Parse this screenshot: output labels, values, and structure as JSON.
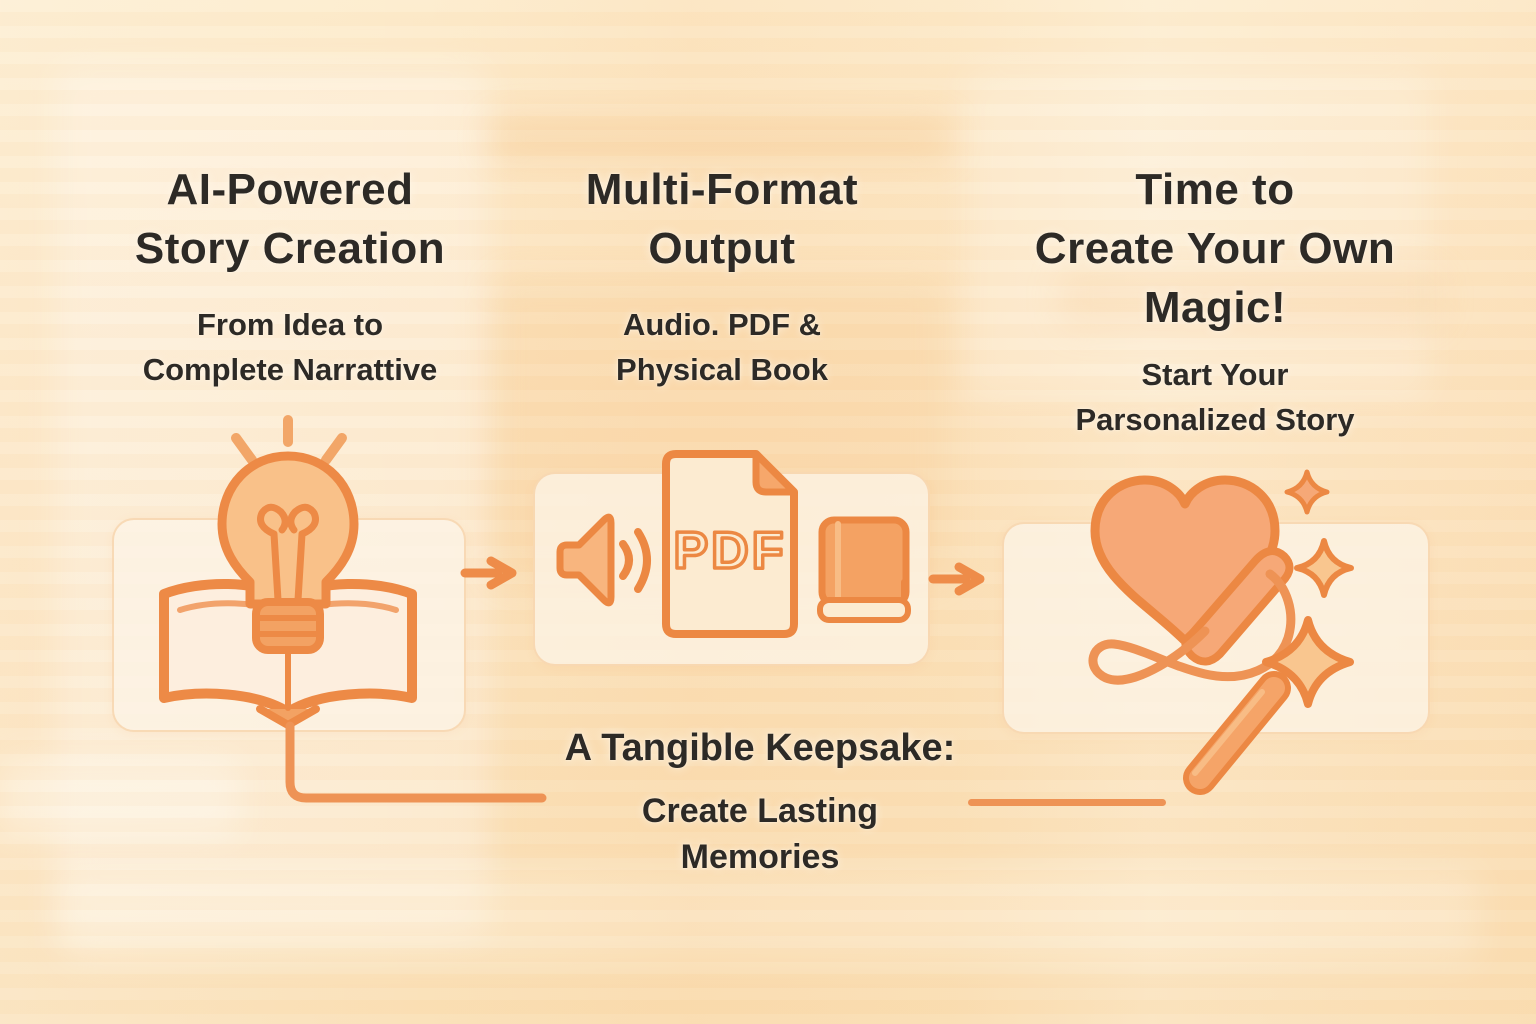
{
  "infographic": {
    "columns": [
      {
        "title_lines": [
          "AI-Powered",
          "Story Creation"
        ],
        "subtitle_lines": [
          "From Idea to",
          "Complete Narrattive"
        ],
        "icon": "lightbulb-over-open-book"
      },
      {
        "title_lines": [
          "Multi-Format",
          "Output"
        ],
        "subtitle_lines": [
          "Audio. PDF &",
          "Physical Book"
        ],
        "icon": "speaker-pdf-book",
        "pdf_label": "PDF"
      },
      {
        "title_lines": [
          "Time to",
          "Create Your Own",
          "Magic!"
        ],
        "subtitle_lines": [
          "Start Your",
          "Parsonalized Story"
        ],
        "icon": "heart-ribbon-magic-wand"
      }
    ],
    "footer": {
      "title": "A Tangible Keepsake:",
      "subtitle_lines": [
        "Create Lasting",
        "Memories"
      ]
    },
    "icons": [
      "lightbulb-icon",
      "open-book-icon",
      "speaker-icon",
      "sound-waves-icon",
      "pdf-file-icon",
      "closed-book-icon",
      "heart-icon",
      "ribbon-flourish-icon",
      "sparkle-icon",
      "magic-wand-icon",
      "arrow-right-icon",
      "connector-line"
    ],
    "colors": {
      "background": "#fbe3bd",
      "card_fill": "#fdf3e5",
      "outline_orange": "#ed8a46",
      "fill_orange_light": "#f9c189",
      "fill_orange_mid": "#f6a877",
      "fill_orange_solid": "#f4a263",
      "connector_orange": "#ee9355",
      "text_dark": "#2d2a26"
    }
  }
}
